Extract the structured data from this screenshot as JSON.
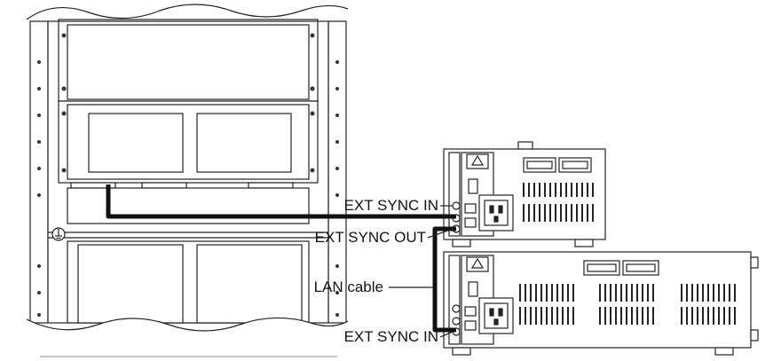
{
  "labels": {
    "ext_sync_in_upper": "EXT SYNC IN",
    "ext_sync_out": "EXT SYNC OUT",
    "lan_cable": "LAN cable",
    "ext_sync_in_lower": "EXT SYNC IN"
  },
  "colors": {
    "line": "#222222",
    "cable": "#111111",
    "panel_fill": "#ffffff"
  },
  "icons": {
    "ground": "protective-earth-icon",
    "sync_marker": "triangle-warning-icon"
  }
}
